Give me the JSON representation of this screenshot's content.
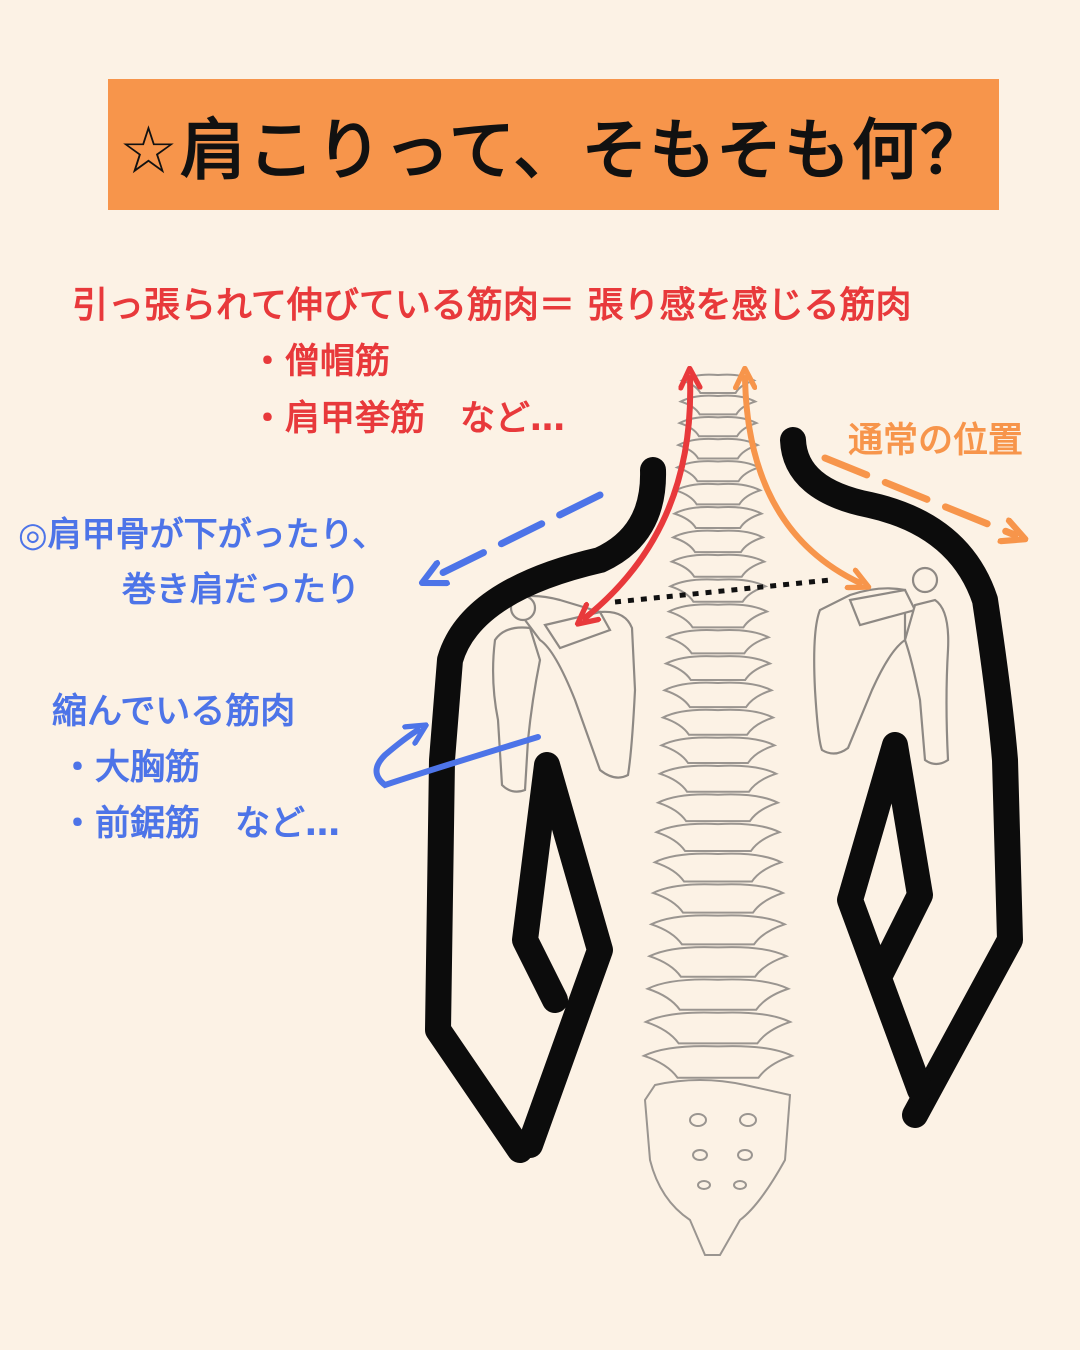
{
  "title": "☆肩こりって、そもそも何？",
  "stretched": {
    "heading": "引っ張られて伸びている筋肉＝ 張り感を感じる筋肉",
    "items": [
      "・僧帽筋",
      "・肩甲挙筋　など…"
    ]
  },
  "normal_position": "通常の位置",
  "scapula_note": [
    "◎肩甲骨が下がったり、",
    "巻き肩だったり"
  ],
  "contracted": {
    "heading": "縮んでいる筋肉",
    "items": [
      "・大胸筋",
      "・前鋸筋　など…"
    ]
  },
  "colors": {
    "title_bg": "#f7954b",
    "background": "#fcf2e5",
    "red": "#e8393b",
    "blue": "#4d74e8",
    "orange": "#f7954b",
    "outline": "#0c0c0c"
  }
}
